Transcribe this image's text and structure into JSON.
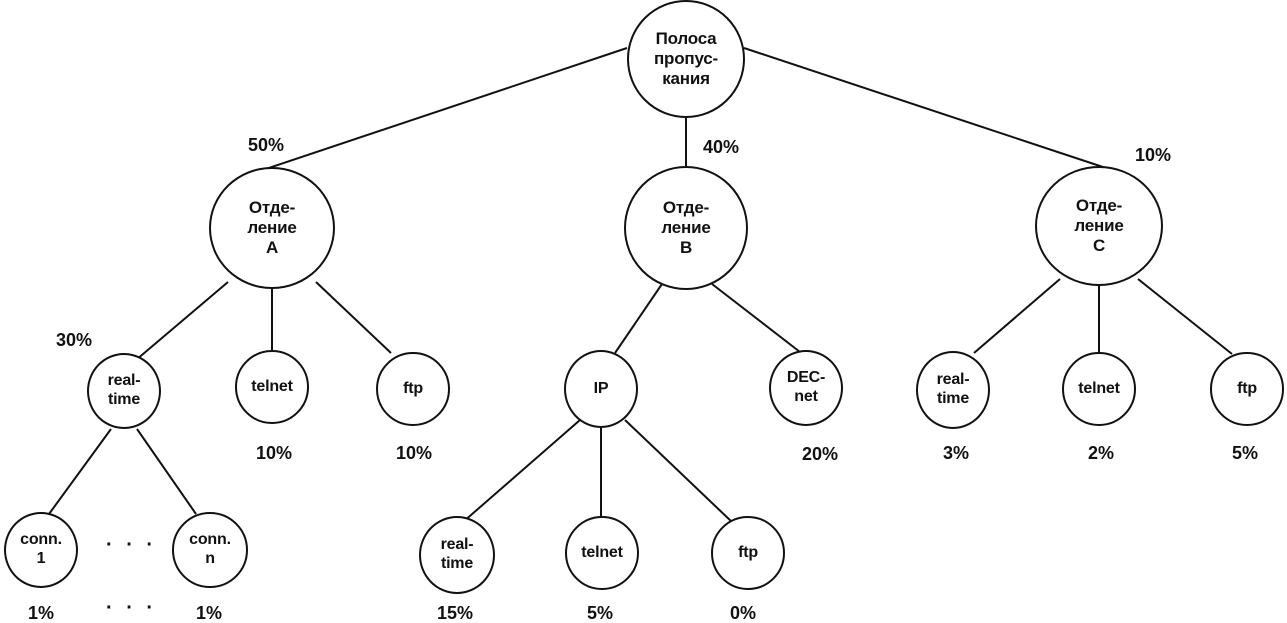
{
  "nodes": {
    "root": "Полоса\nпропус-\nкания",
    "dept_a": "Отде-\nление\nA",
    "dept_b": "Отде-\nление\nB",
    "dept_c": "Отде-\nление\nC",
    "a_realtime": "real-\ntime",
    "a_telnet": "telnet",
    "a_ftp": "ftp",
    "b_ip": "IP",
    "b_decnet": "DEC-\nnet",
    "c_realtime": "real-\ntime",
    "c_telnet": "telnet",
    "c_ftp": "ftp",
    "a_conn1": "conn.\n1",
    "a_connn": "conn.\nn",
    "ip_realtime": "real-\ntime",
    "ip_telnet": "telnet",
    "ip_ftp": "ftp"
  },
  "labels": {
    "dept_a": "50%",
    "dept_b": "40%",
    "dept_c": "10%",
    "a_realtime": "30%",
    "a_telnet": "10%",
    "a_ftp": "10%",
    "b_decnet": "20%",
    "c_realtime": "3%",
    "c_telnet": "2%",
    "c_ftp": "5%",
    "a_conn1": "1%",
    "a_connn": "1%",
    "ip_realtime": "15%",
    "ip_telnet": "5%",
    "ip_ftp": "0%"
  },
  "ellipsis": {
    "nodes": "· · ·",
    "labels": "· · ·"
  }
}
